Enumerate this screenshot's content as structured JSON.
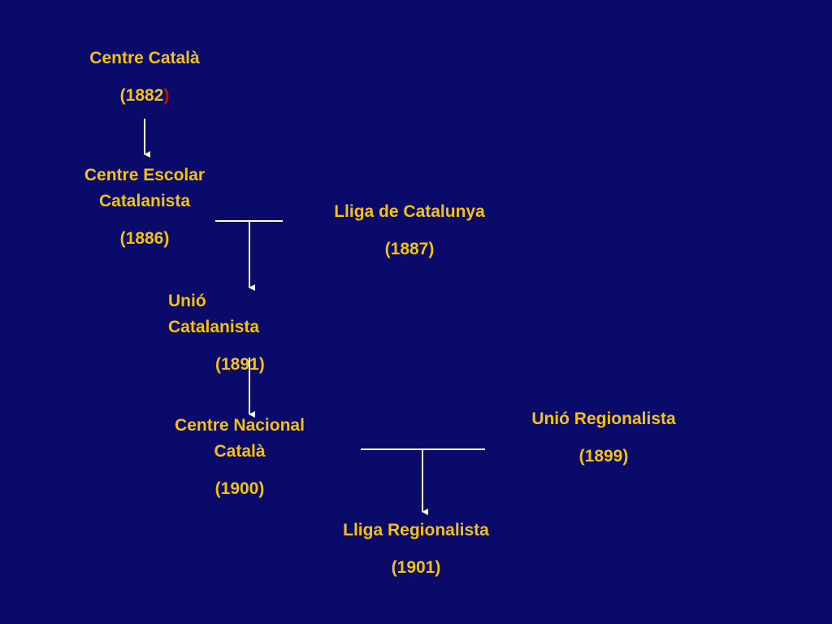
{
  "diagram": {
    "colors": {
      "background": "#0a0a6b",
      "text": "#f4c10f",
      "connector": "#ffffff",
      "accent_paren": "#b5121b"
    },
    "nodes": {
      "centre_catala": {
        "name": "Centre Català",
        "year_open": "(1882",
        "year_close": ")"
      },
      "centre_escolar": {
        "name_line1": "Centre Escolar",
        "name_line2": "Catalanista",
        "year": "(1886)"
      },
      "lliga_catalunya": {
        "name": "Lliga de Catalunya",
        "year": "(1887)"
      },
      "unio_catalanista": {
        "name_line1": "Unió",
        "name_line2": "Catalanista",
        "year": "(1891)"
      },
      "centre_nacional": {
        "name_line1": "Centre Nacional",
        "name_line2": "Català",
        "year": "(1900)"
      },
      "unio_regionalista": {
        "name": "Unió Regionalista",
        "year": "(1899)"
      },
      "lliga_regionalista": {
        "name": "Lliga Regionalista",
        "year": "(1901)"
      }
    }
  }
}
